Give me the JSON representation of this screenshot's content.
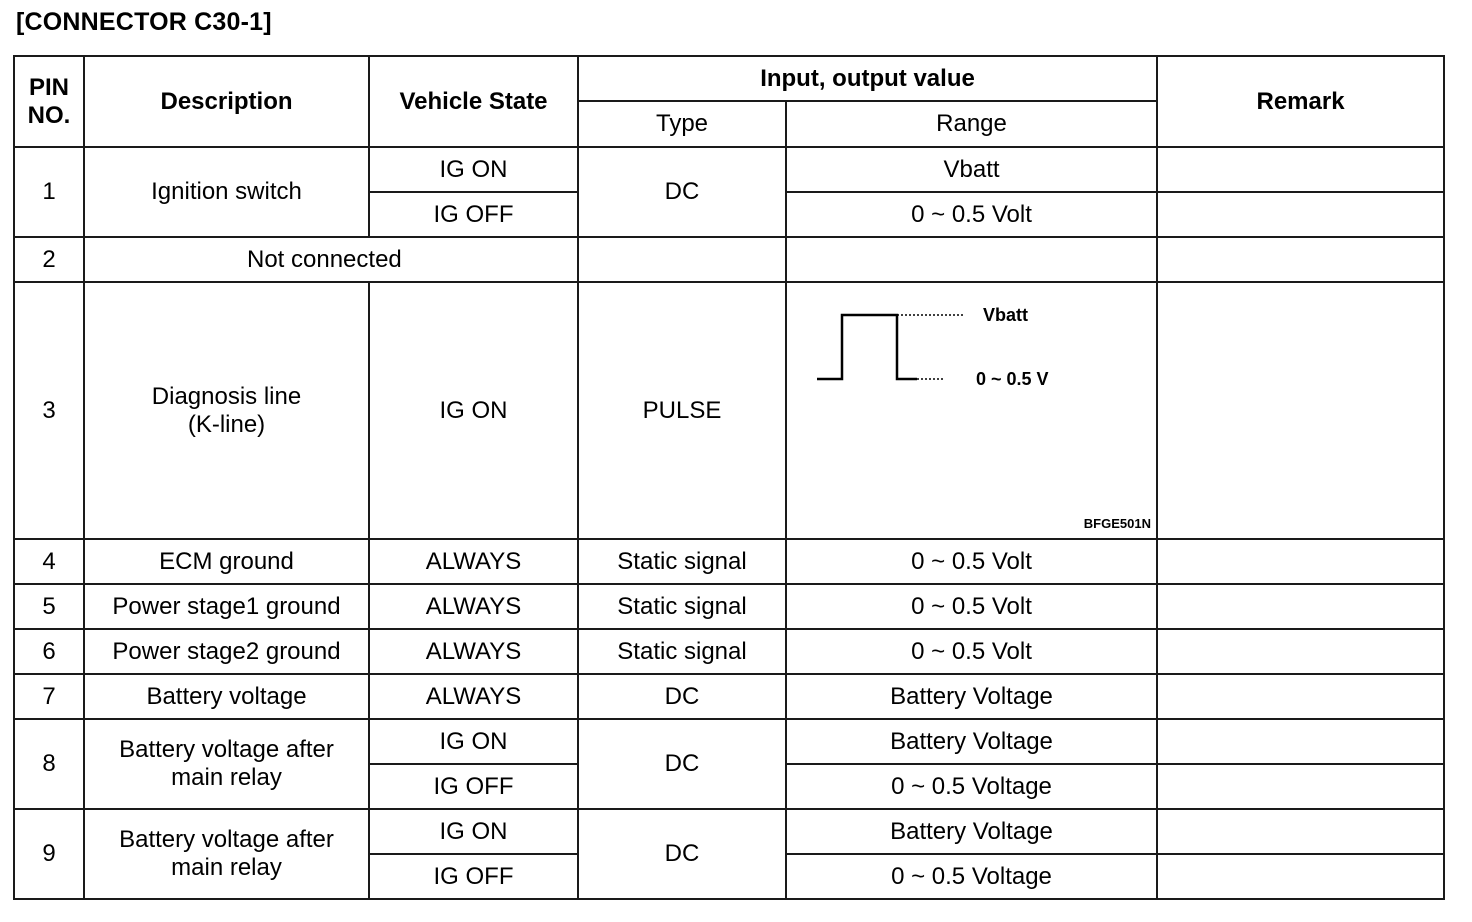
{
  "title": "[CONNECTOR C30-1]",
  "header": {
    "pin_no": "PIN\nNO.",
    "description": "Description",
    "vehicle_state": "Vehicle State",
    "io_value": "Input, output value",
    "type": "Type",
    "range": "Range",
    "remark": "Remark"
  },
  "rows": [
    {
      "pin": "1",
      "description": "Ignition switch",
      "states": [
        "IG ON",
        "IG OFF"
      ],
      "type": "DC",
      "ranges": [
        "Vbatt",
        "0 ~ 0.5 Volt"
      ]
    },
    {
      "pin": "2",
      "description": "Not connected"
    },
    {
      "pin": "3",
      "description": "Diagnosis line\n(K-line)",
      "state": "IG ON",
      "type": "PULSE",
      "pulse": {
        "high_label": "Vbatt",
        "low_label": "0 ~ 0.5 V",
        "figure_code": "BFGE501N"
      }
    },
    {
      "pin": "4",
      "description": "ECM ground",
      "state": "ALWAYS",
      "type": "Static signal",
      "range": "0 ~ 0.5 Volt"
    },
    {
      "pin": "5",
      "description": "Power stage1 ground",
      "state": "ALWAYS",
      "type": "Static signal",
      "range": "0 ~ 0.5 Volt"
    },
    {
      "pin": "6",
      "description": "Power stage2 ground",
      "state": "ALWAYS",
      "type": "Static signal",
      "range": "0 ~ 0.5 Volt"
    },
    {
      "pin": "7",
      "description": "Battery voltage",
      "state": "ALWAYS",
      "type": "DC",
      "range": "Battery Voltage"
    },
    {
      "pin": "8",
      "description": "Battery voltage after\nmain relay",
      "states": [
        "IG ON",
        "IG OFF"
      ],
      "type": "DC",
      "ranges": [
        "Battery Voltage",
        "0 ~ 0.5 Voltage"
      ]
    },
    {
      "pin": "9",
      "description": "Battery voltage after\nmain relay",
      "states": [
        "IG ON",
        "IG OFF"
      ],
      "type": "DC",
      "ranges": [
        "Battery Voltage",
        "0 ~ 0.5 Voltage"
      ]
    }
  ]
}
